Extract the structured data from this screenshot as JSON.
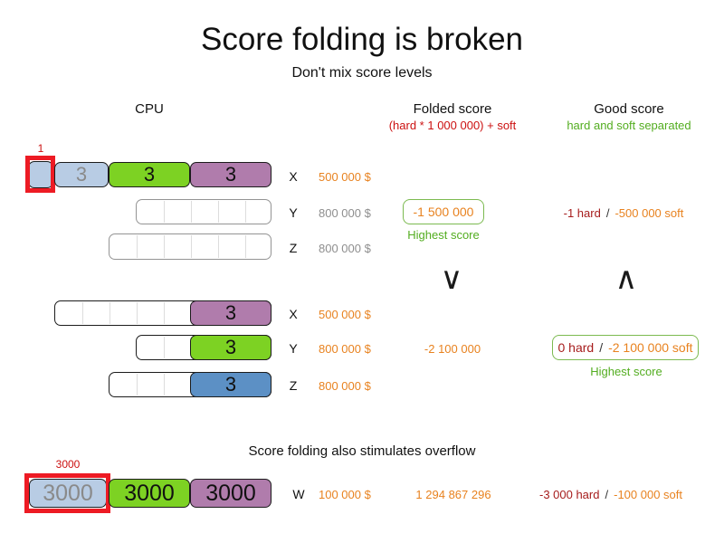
{
  "title": "Score folding is broken",
  "subtitle": "Don't mix score levels",
  "header": {
    "cpu": "CPU",
    "folded_title": "Folded score",
    "folded_formula": "(hard * 1 000 000) + soft",
    "good_title": "Good score",
    "good_formula": "hard and soft separated"
  },
  "colors": {
    "orange": "#e8821f",
    "dark_red": "#a61c1c",
    "bright_red": "#cc1111",
    "pin_frame_red": "#ed1b24",
    "green": "#53ad20",
    "score_box_border": "#7cba50",
    "muted_gray": "#8e8e8e",
    "block_light_blue": "#b8cce4",
    "block_green": "#7dd223",
    "block_purple": "#b07cac",
    "block_blue": "#5c90c5"
  },
  "broken_example": {
    "pin_label": "1",
    "rows": [
      {
        "label": "X",
        "cost": "500 000 $",
        "blocks": [
          "3",
          "3",
          "3"
        ]
      },
      {
        "label": "Y",
        "cost": "800 000 $"
      },
      {
        "label": "Z",
        "cost": "800 000 $"
      }
    ],
    "folded_score": "-1 500 000",
    "folded_note": "Highest score",
    "good_hard": "-1 hard",
    "good_slash": "/",
    "good_soft": "-500 000 soft"
  },
  "comparator": {
    "folded": "∨",
    "good": "∧"
  },
  "good_example": {
    "rows": [
      {
        "label": "X",
        "cost": "500 000 $",
        "block": "3"
      },
      {
        "label": "Y",
        "cost": "800 000 $",
        "block": "3"
      },
      {
        "label": "Z",
        "cost": "800 000 $",
        "block": "3"
      }
    ],
    "folded_score": "-2 100 000",
    "good_hard": "0 hard",
    "good_slash": "/",
    "good_soft": "-2 100 000 soft",
    "good_note": "Highest score"
  },
  "overflow_example": {
    "heading": "Score folding also stimulates overflow",
    "pin_label": "3000",
    "row_label": "W",
    "cost": "100 000 $",
    "blocks": [
      "3000",
      "3000",
      "3000"
    ],
    "folded_score": "1 294 867 296",
    "good_hard": "-3 000 hard",
    "good_slash": "/",
    "good_soft": "-100 000 soft"
  }
}
